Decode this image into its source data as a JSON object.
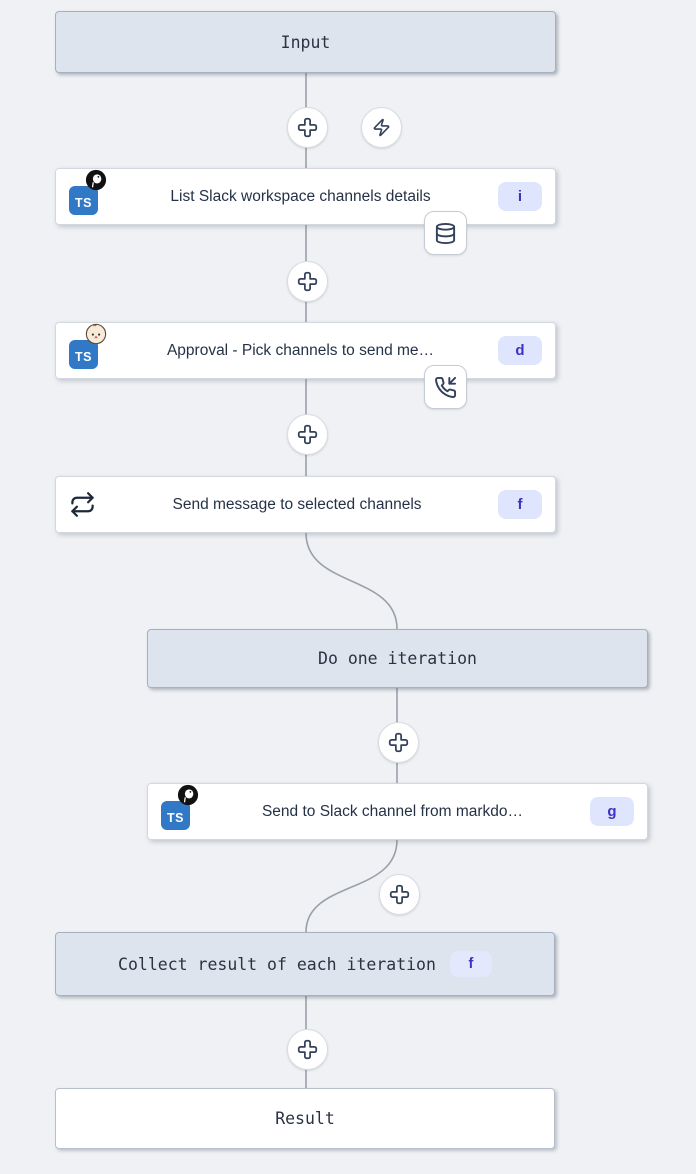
{
  "app": {
    "name": "flow-editor-canvas"
  },
  "nodes": {
    "input": {
      "label": "Input",
      "type": "header"
    },
    "list_channels": {
      "label": "List Slack workspace channels details",
      "badge": "i",
      "runtime": "deno",
      "language": "typescript",
      "attachment": "cache-database"
    },
    "approval": {
      "label": "Approval - Pick channels to send me…",
      "badge": "d",
      "runtime": "bun",
      "language": "typescript",
      "attachment": "suspend-approval-phone"
    },
    "send_message": {
      "label": "Send message to selected channels",
      "badge": "f",
      "icon": "forloop-repeat"
    },
    "do_one_iteration": {
      "label": "Do one iteration",
      "type": "header"
    },
    "send_to_slack": {
      "label": "Send to Slack channel from markdo…",
      "badge": "g",
      "runtime": "deno",
      "language": "typescript"
    },
    "collect_result": {
      "label": "Collect result of each iteration",
      "badge": "f",
      "type": "header"
    },
    "result": {
      "label": "Result",
      "type": "end"
    }
  },
  "buttons": {
    "add_step": "insert step (plus)",
    "add_trigger": "trigger (zap)",
    "cache": "cache (database)",
    "suspend": "approval (phone-incoming)"
  },
  "icons": {
    "ts_label": "TS"
  },
  "colors": {
    "canvas_bg": "#eff1f4",
    "header_node_bg": "#dde4ee",
    "header_node_border": "#a6b0bf",
    "step_node_bg": "#ffffff",
    "badge_bg": "#dfe5fc",
    "badge_text": "#3d33c2",
    "ts_blue": "#3178c6",
    "connector": "#9aa0a9",
    "text_dark": "#253246"
  }
}
